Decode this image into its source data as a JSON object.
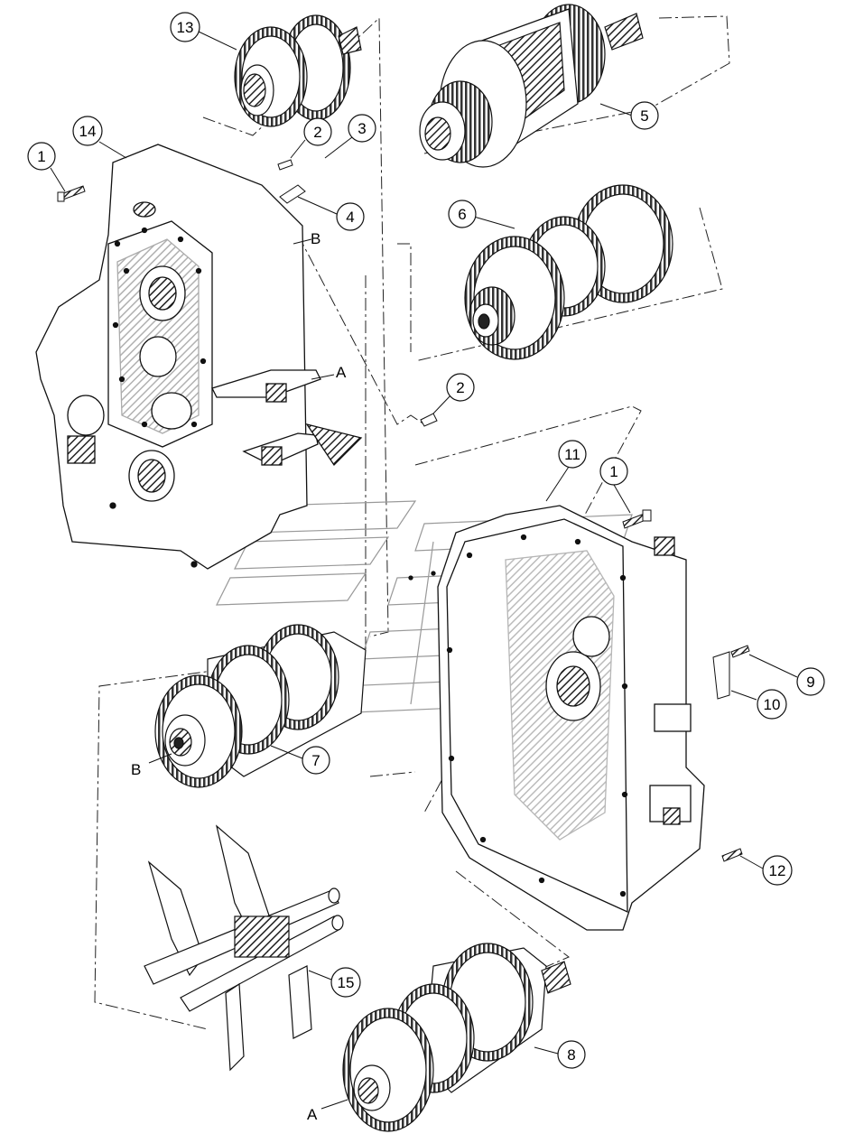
{
  "callouts": [
    {
      "id": "c1a",
      "label": "1"
    },
    {
      "id": "c1b",
      "label": "1"
    },
    {
      "id": "c2a",
      "label": "2"
    },
    {
      "id": "c2b",
      "label": "2"
    },
    {
      "id": "c3",
      "label": "3"
    },
    {
      "id": "c4",
      "label": "4"
    },
    {
      "id": "c5",
      "label": "5"
    },
    {
      "id": "c6",
      "label": "6"
    },
    {
      "id": "c7",
      "label": "7"
    },
    {
      "id": "c8",
      "label": "8"
    },
    {
      "id": "c9",
      "label": "9"
    },
    {
      "id": "c10",
      "label": "10"
    },
    {
      "id": "c11",
      "label": "11"
    },
    {
      "id": "c12",
      "label": "12"
    },
    {
      "id": "c13",
      "label": "13"
    },
    {
      "id": "c14",
      "label": "14"
    },
    {
      "id": "c15",
      "label": "15"
    }
  ],
  "letters": [
    {
      "id": "la1",
      "label": "A"
    },
    {
      "id": "la2",
      "label": "A"
    },
    {
      "id": "lb1",
      "label": "B"
    },
    {
      "id": "lb2",
      "label": "B"
    }
  ]
}
